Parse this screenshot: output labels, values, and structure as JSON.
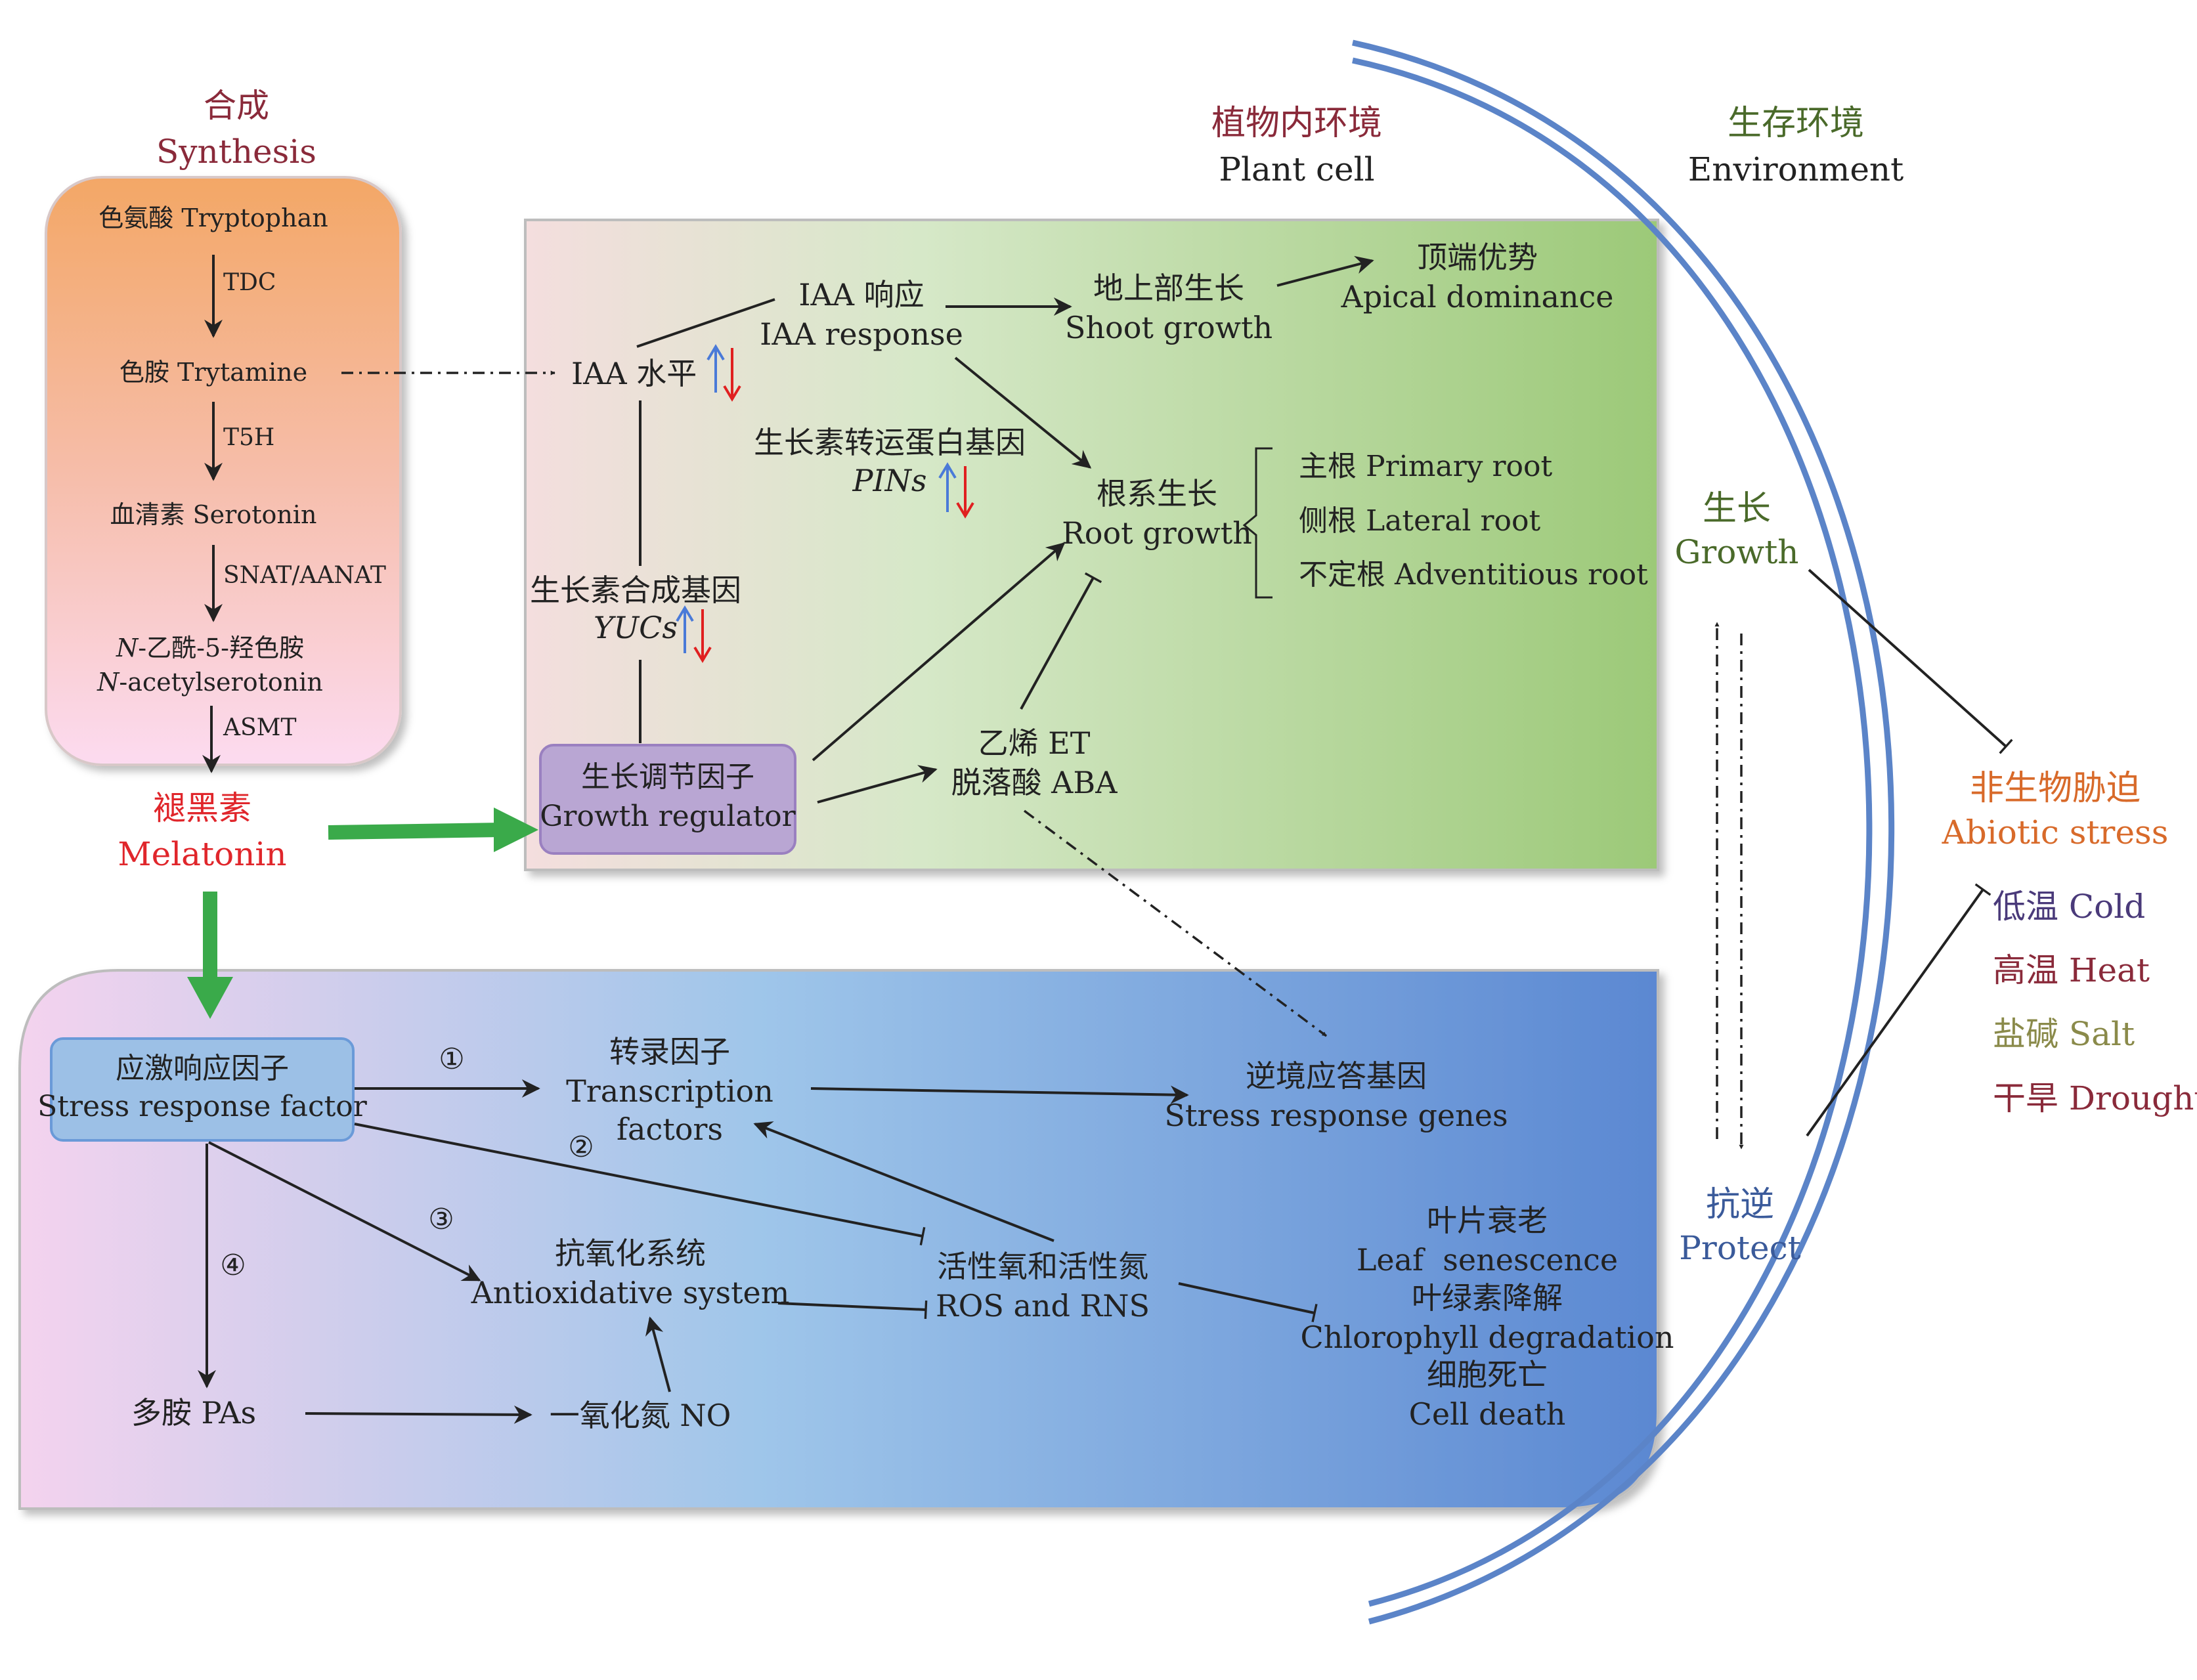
{
  "synthesis": {
    "title_cn": "合成",
    "title_en": "Synthesis",
    "steps": [
      "色氨酸 Tryptophan",
      "TDC",
      "色胺 Trytamine",
      "T5H",
      "血清素 Serotonin",
      "SNAT/AANAT",
      "-乙酰-5-羟色胺",
      "-acetylserotonin",
      "ASMT"
    ],
    "italic_prefix": "N"
  },
  "melatonin": {
    "cn": "褪黑素",
    "en": "Melatonin"
  },
  "headers": {
    "plant_cell_cn": "植物内环境",
    "plant_cell_en": "Plant cell",
    "environment_cn": "生存环境",
    "environment_en": "Environment"
  },
  "growth_panel": {
    "iaa_level": "IAA 水平",
    "iaa_response_cn": "IAA 响应",
    "iaa_response_en": "IAA response",
    "shoot_cn": "地上部生长",
    "shoot_en": "Shoot growth",
    "apical_cn": "顶端优势",
    "apical_en": "Apical dominance",
    "pin_cn": "生长素转运蛋白基因",
    "pin_en": "PINs",
    "root_cn": "根系生长",
    "root_en": "Root growth",
    "roots": [
      "主根 Primary root",
      "侧根 Lateral root",
      "不定根 Adventitious root"
    ],
    "yuc_cn": "生长素合成基因",
    "yuc_en": "YUCs",
    "regulator_cn": "生长调节因子",
    "regulator_en": "Growth regulator",
    "et": "乙烯 ET",
    "aba": "脱落酸 ABA"
  },
  "stress_panel": {
    "factor_cn": "应激响应因子",
    "factor_en": "Stress response factor",
    "n1": "①",
    "n2": "②",
    "n3": "③",
    "n4": "④",
    "tf_cn": "转录因子",
    "tf_en1": "Transcription",
    "tf_en2": "factors",
    "genes_cn": "逆境应答基因",
    "genes_en": "Stress response genes",
    "antiox_cn": "抗氧化系统",
    "antiox_en": "Antioxidative system",
    "ros_cn": "活性氧和活性氮",
    "ros_en": "ROS and RNS",
    "sen_lines": [
      "叶片衰老",
      "Leaf  senescence",
      "叶绿素降解",
      "Chlorophyll degradation",
      "细胞死亡",
      "Cell death"
    ],
    "pa": "多胺 PAs",
    "no": "一氧化氮 NO"
  },
  "environment": {
    "growth_cn": "生长",
    "growth_en": "Growth",
    "protect_cn": "抗逆",
    "protect_en": "Protect",
    "abiotic_cn": "非生物胁迫",
    "abiotic_en": "Abiotic stress",
    "cold": "低温 Cold",
    "heat": "高温 Heat",
    "salt": "盐碱 Salt",
    "drought": "干旱 Drought"
  },
  "colors": {
    "dark_red": "#8a2a3a",
    "olive": "#4a6a2a",
    "orange": "#d86a2a",
    "melatonin_red": "#e0262b",
    "arrow_green": "#3aaa4a",
    "membrane_blue": "#5b84c8",
    "up_arrow": "#4a7ad8",
    "down_arrow": "#e02020"
  }
}
